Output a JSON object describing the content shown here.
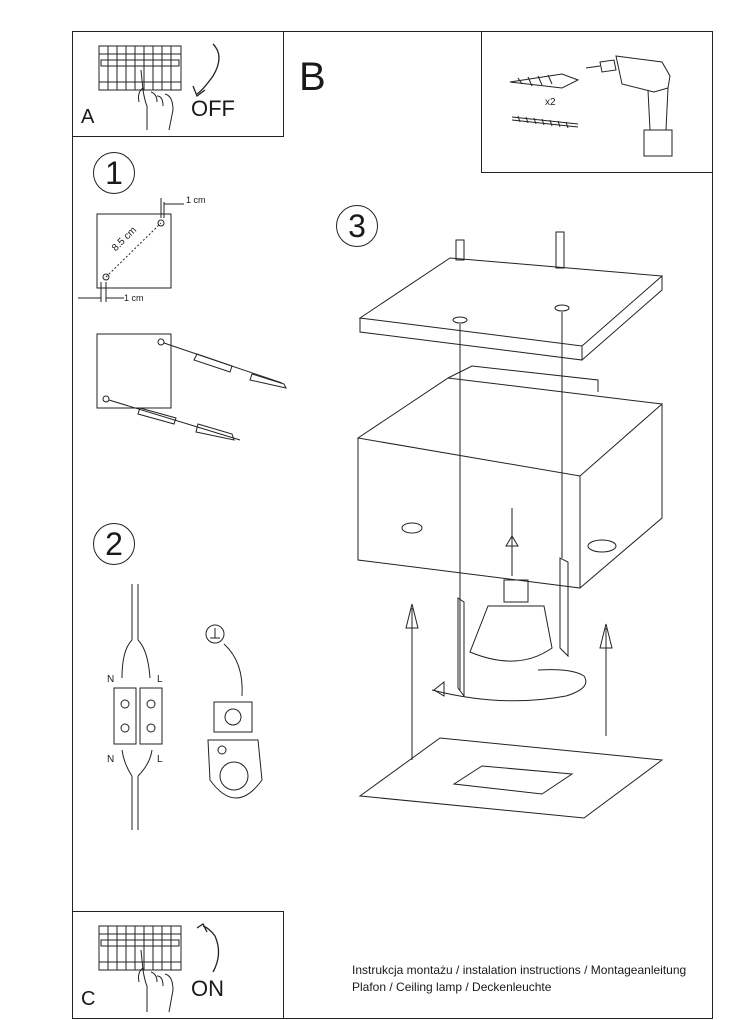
{
  "panels": {
    "a": {
      "letter": "A",
      "state": "OFF"
    },
    "b": {
      "letter": "B",
      "quantity": "x2"
    },
    "c": {
      "letter": "C",
      "state": "ON"
    }
  },
  "steps": {
    "one": {
      "number": "1",
      "dim_diag": "8.5 cm",
      "dim_top": "1 cm",
      "dim_bottom": "1 cm"
    },
    "two": {
      "number": "2",
      "n_top": "N",
      "l_top": "L",
      "n_bottom": "N",
      "l_bottom": "L"
    },
    "three": {
      "number": "3"
    }
  },
  "footer": {
    "line1": "Instrukcja montażu / instalation instructions / Montageanleitung",
    "line2": "Plafon / Ceiling lamp / Deckenleuchte"
  }
}
